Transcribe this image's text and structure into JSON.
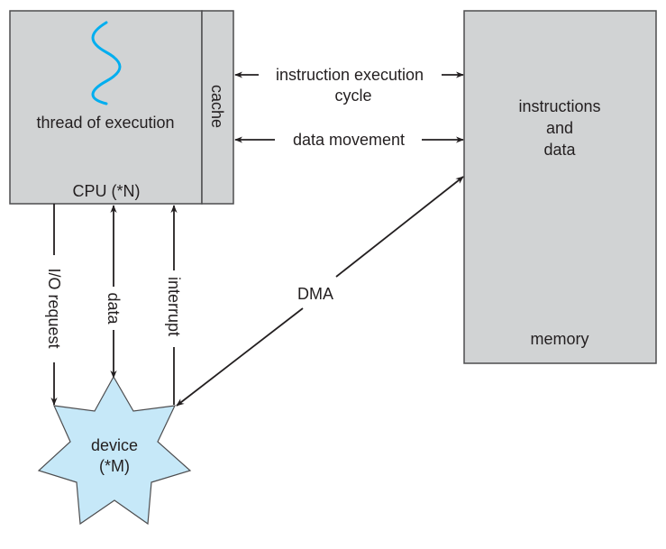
{
  "diagram": {
    "colors": {
      "box_fill": "#d1d3d4",
      "box_stroke": "#4d4d4f",
      "line": "#231f20",
      "thread": "#00aeef",
      "device_fill": "#c6e8f8"
    },
    "cpu": {
      "label": "CPU (*N)",
      "thread_label": "thread of execution",
      "cache_label": "cache"
    },
    "memory": {
      "label": "memory",
      "contents_line1": "instructions",
      "contents_line2": "and",
      "contents_line3": "data"
    },
    "device": {
      "label_line1": "device",
      "label_line2": "(*M)"
    },
    "connections": {
      "instruction_cycle_line1": "instruction execution",
      "instruction_cycle_line2": "cycle",
      "data_movement": "data movement",
      "io_request": "I/O request",
      "data": "data",
      "interrupt": "interrupt",
      "dma": "DMA"
    }
  }
}
